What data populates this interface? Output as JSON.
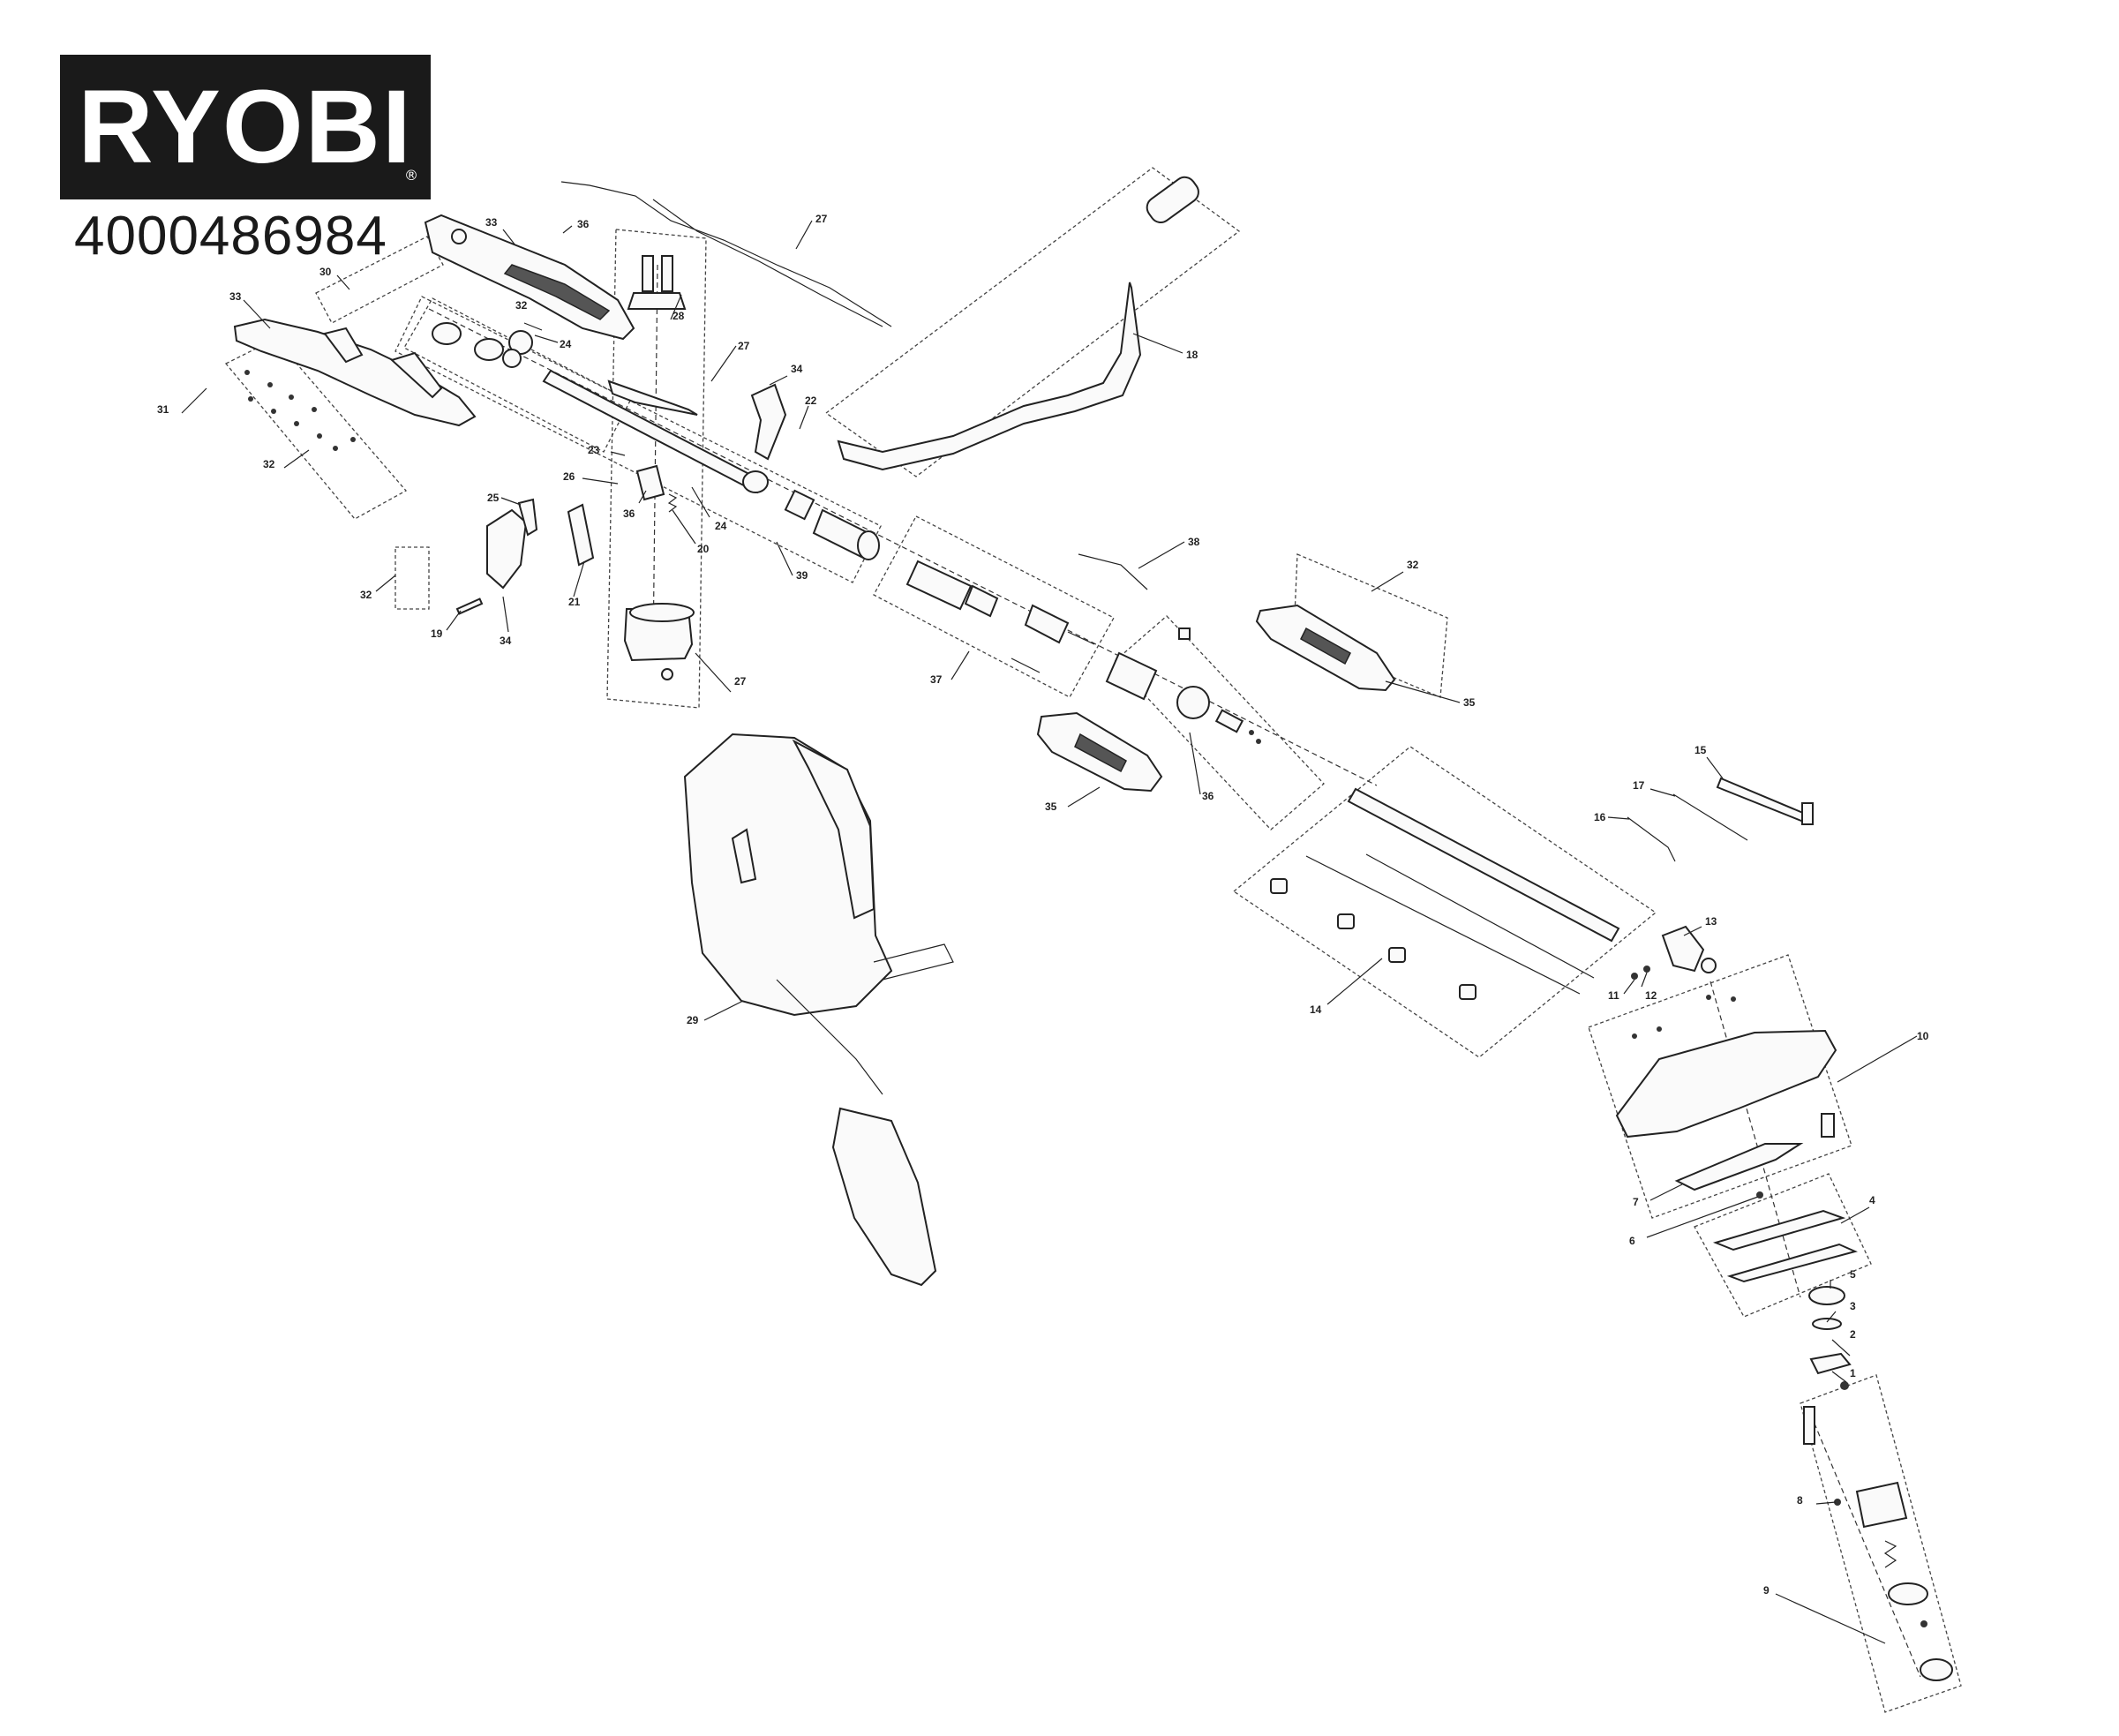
{
  "brand": {
    "logo": "RYOBI",
    "registered": "®"
  },
  "model_number": "4000486984",
  "callouts": [
    {
      "id": "c1",
      "label": "1"
    },
    {
      "id": "c2",
      "label": "2"
    },
    {
      "id": "c3",
      "label": "3"
    },
    {
      "id": "c4",
      "label": "4"
    },
    {
      "id": "c5",
      "label": "5"
    },
    {
      "id": "c6",
      "label": "6"
    },
    {
      "id": "c7",
      "label": "7"
    },
    {
      "id": "c8",
      "label": "8"
    },
    {
      "id": "c9",
      "label": "9"
    },
    {
      "id": "c10",
      "label": "10"
    },
    {
      "id": "c11",
      "label": "11"
    },
    {
      "id": "c12",
      "label": "12"
    },
    {
      "id": "c13",
      "label": "13"
    },
    {
      "id": "c14",
      "label": "14"
    },
    {
      "id": "c15",
      "label": "15"
    },
    {
      "id": "c16",
      "label": "16"
    },
    {
      "id": "c17",
      "label": "17"
    },
    {
      "id": "c18",
      "label": "18"
    },
    {
      "id": "c19",
      "label": "19"
    },
    {
      "id": "c20",
      "label": "20"
    },
    {
      "id": "c21",
      "label": "21"
    },
    {
      "id": "c22",
      "label": "22"
    },
    {
      "id": "c23",
      "label": "23"
    },
    {
      "id": "c24a",
      "label": "24"
    },
    {
      "id": "c24b",
      "label": "24"
    },
    {
      "id": "c25",
      "label": "25"
    },
    {
      "id": "c26",
      "label": "26"
    },
    {
      "id": "c27a",
      "label": "27"
    },
    {
      "id": "c27b",
      "label": "27"
    },
    {
      "id": "c27c",
      "label": "27"
    },
    {
      "id": "c28",
      "label": "28"
    },
    {
      "id": "c29",
      "label": "29"
    },
    {
      "id": "c30",
      "label": "30"
    },
    {
      "id": "c31",
      "label": "31"
    },
    {
      "id": "c32a",
      "label": "32"
    },
    {
      "id": "c32b",
      "label": "32"
    },
    {
      "id": "c32c",
      "label": "32"
    },
    {
      "id": "c32d",
      "label": "32"
    },
    {
      "id": "c33a",
      "label": "33"
    },
    {
      "id": "c33b",
      "label": "33"
    },
    {
      "id": "c34a",
      "label": "34"
    },
    {
      "id": "c34b",
      "label": "34"
    },
    {
      "id": "c35a",
      "label": "35"
    },
    {
      "id": "c35b",
      "label": "35"
    },
    {
      "id": "c36a",
      "label": "36"
    },
    {
      "id": "c36b",
      "label": "36"
    },
    {
      "id": "c36c",
      "label": "36"
    },
    {
      "id": "c37",
      "label": "37"
    },
    {
      "id": "c38",
      "label": "38"
    },
    {
      "id": "c39",
      "label": "39"
    }
  ]
}
